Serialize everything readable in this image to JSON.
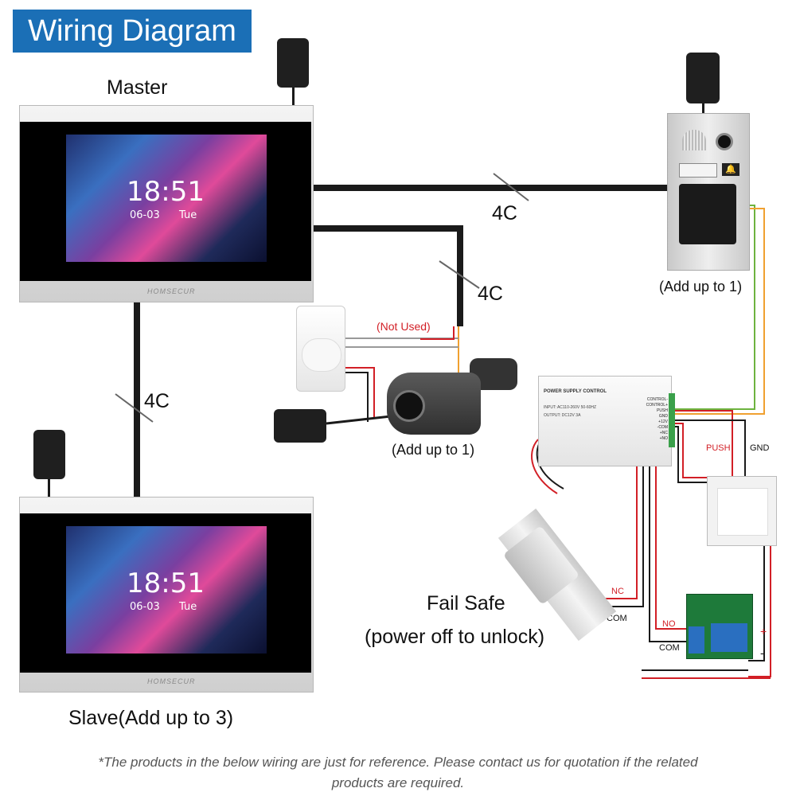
{
  "title": "Wiring Diagram",
  "labels": {
    "master": "Master",
    "slave": "Slave(Add up to 3)",
    "door_station_add": "(Add up to 1)",
    "camera_add": "(Add up to 1)",
    "fail_safe": "Fail Safe",
    "fail_safe_note": "(power off to unlock)",
    "not_used": "(Not Used)",
    "cable_top": "4C",
    "cable_camera": "4C",
    "cable_slave": "4C",
    "push": "PUSH",
    "gnd": "GND",
    "nc": "NC",
    "com_lock": "COM",
    "no": "NO",
    "com_relay": "COM",
    "plus": "+",
    "minus": "-"
  },
  "monitor": {
    "time": "18:51",
    "date": "06-03",
    "day": "Tue",
    "brand": "HOMSECUR"
  },
  "power_supply": {
    "heading": "POWER SUPPLY CONTROL",
    "input": "INPUT: AC110-260V 50-60HZ",
    "output": "OUTPUT: DC12V 3A",
    "terminals": [
      "CONTROL-",
      "CONTROL+",
      "PUSH",
      "GND",
      "+12V",
      "-COM",
      "+NC",
      "+NO"
    ]
  },
  "footnote_line1": "*The products in the below wiring are just for reference. Please contact us for quotation if the related",
  "footnote_line2": "products are required.",
  "colors": {
    "title_bg": "#1b6fb6",
    "wire_black": "#1a1a1a",
    "wire_red": "#d21f26",
    "wire_green": "#6db33f",
    "wire_orange": "#f0a030",
    "wire_white": "#cccccc"
  }
}
